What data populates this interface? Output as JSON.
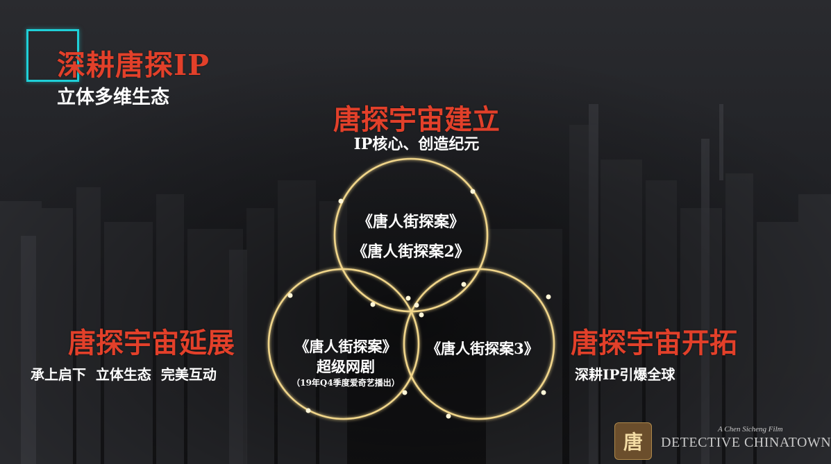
{
  "header": {
    "title": "深耕唐探IP",
    "subtitle": "立体多维生态"
  },
  "sections": {
    "top": {
      "title": "唐探宇宙建立",
      "subtitle": "IP核心、创造纪元"
    },
    "left": {
      "title": "唐探宇宙延展",
      "subtitle": "承上启下  立体生态  完美互动"
    },
    "right": {
      "title": "唐探宇宙开拓",
      "subtitle": "深耕IP引爆全球"
    }
  },
  "circles": {
    "top": {
      "line1": "《唐人街探案》",
      "line2": "《唐人街探案2》"
    },
    "left": {
      "line1": "《唐人街探案》",
      "line2": "超级网剧",
      "line3": "（19年Q4季度爱奇艺播出）"
    },
    "right": {
      "line1": "《唐人街探案3》"
    }
  },
  "branding": {
    "tagline": "A Chen Sicheng Film",
    "name": "DETECTIVE CHINATOWN",
    "logo_glyph": "唐"
  },
  "colors": {
    "accent_red": "#e2402a",
    "accent_cyan": "#1fd0d8",
    "ring_gold": "#f0d58a"
  }
}
